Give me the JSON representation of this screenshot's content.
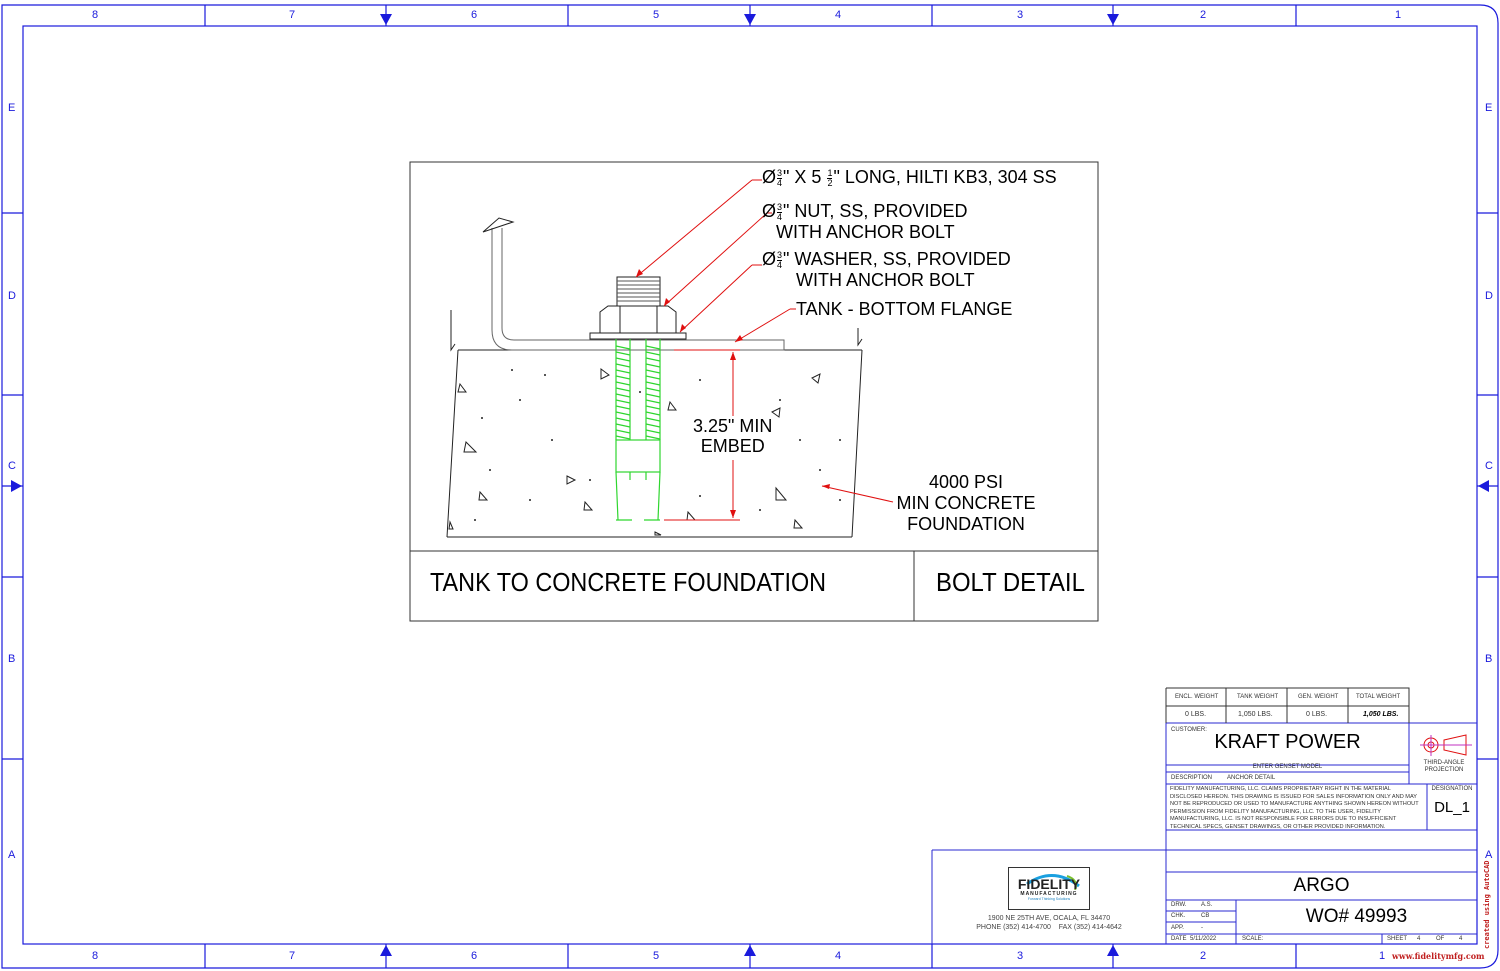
{
  "frame": {
    "columns": [
      "8",
      "7",
      "6",
      "5",
      "4",
      "3",
      "2",
      "1"
    ],
    "rows": [
      "E",
      "D",
      "C",
      "B",
      "A"
    ],
    "website": "www.fidelitymfg.com",
    "autocad_note": "created using AutoCAD"
  },
  "detail": {
    "callouts": [
      {
        "prefix": "Ø",
        "num": "3",
        "den": "4",
        "line1": "\" X 5",
        "frac2_num": "1",
        "frac2_den": "2",
        "line1_end": "\" LONG, HILTI KB3, 304 SS"
      },
      {
        "prefix": "Ø",
        "num": "3",
        "den": "4",
        "line1": "\" NUT, SS, PROVIDED",
        "line2": "WITH ANCHOR BOLT"
      },
      {
        "prefix": "Ø",
        "num": "3",
        "den": "4",
        "line1": "\" WASHER, SS, PROVIDED",
        "line2": "WITH ANCHOR BOLT"
      },
      {
        "line1": "TANK - BOTTOM FLANGE"
      }
    ],
    "embed": {
      "line1": "3.25\" MIN",
      "line2": "EMBED"
    },
    "concrete": {
      "line1": "4000 PSI",
      "line2": "MIN CONCRETE",
      "line3": "FOUNDATION"
    },
    "title": "TANK TO CONCRETE FOUNDATION",
    "subtitle": "BOLT DETAIL"
  },
  "title_block": {
    "weights": {
      "headers": [
        "ENCL. WEIGHT",
        "TANK WEIGHT",
        "GEN. WEIGHT",
        "TOTAL WEIGHT"
      ],
      "values": [
        "0 LBS.",
        "1,050 LBS.",
        "0 LBS.",
        "1,050 LBS."
      ]
    },
    "customer_label": "CUSTOMER:",
    "customer": "KRAFT POWER",
    "genset_model": "ENTER GENSET MODEL",
    "description_label": "DESCRIPTION",
    "description": "ANCHOR DETAIL",
    "projection": "THIRD-ANGLE PROJECTION",
    "disclaimer": "FIDELITY MANUFACTURING, LLC. CLAIMS PROPRIETARY RIGHT IN THE MATERIAL DISCLOSED HEREON. THIS DRAWING IS ISSUED FOR SALES INFORMATION ONLY AND MAY NOT BE REPRODUCED OR USED TO MANUFACTURE ANYTHING SHOWN HEREON WITHOUT PERMISSION FROM FIDELITY MANUFACTURING, LLC. TO THE USER, FIDELITY MANUFACTURING, LLC. IS NOT RESPONSIBLE FOR ERRORS DUE TO INSUFFICIENT TECHNICAL SPECS, GENSET DRAWINGS, OR OTHER PROVIDED INFORMATION.",
    "designation_label": "DESIGNATION",
    "designation": "DL_1",
    "project": "ARGO",
    "work_order": "WO# 49993",
    "drw_label": "DRW.",
    "drw": "A.S.",
    "chk_label": "CHK.",
    "chk": "CB",
    "app_label": "APP.",
    "app": "-",
    "date_label": "DATE",
    "date": "5/11/2022",
    "scale_label": "SCALE:",
    "sheet_label": "SHEET",
    "sheet": "4",
    "of_label": "OF",
    "of": "4",
    "company": {
      "name": "FIDELITY",
      "sub": "MANUFACTURING",
      "tagline": "Forward Thinking Solutions",
      "address": "1900 NE 25TH AVE, OCALA, FL  34470",
      "phone": "PHONE (352) 414-4700    FAX (352) 414-4642"
    }
  }
}
